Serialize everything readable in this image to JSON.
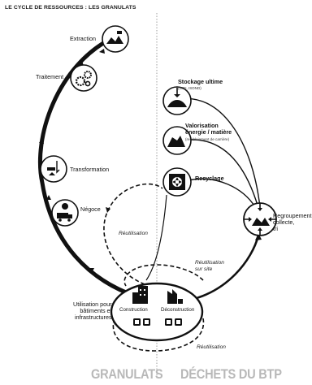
{
  "title": "LE CYCLE DE RESSOURCES : LES GRANULATS",
  "left": {
    "extraction": "Extraction",
    "traitement": "Traitement",
    "transformation": "Transformation",
    "negoce": "Négoce",
    "utilisation": [
      "Utilisation pour",
      "bâtiments et",
      "infrastructures"
    ],
    "reutilisation": "Réutilisation"
  },
  "right": {
    "stockage": "Stockage ultime",
    "stockage_sub": "(ISDI, ISDND)",
    "valorisation": [
      "Valorisation",
      "énergie / matière"
    ],
    "valorisation_sub": "(remblaiement de carrière)",
    "recyclage": "Recyclage",
    "regroupement": [
      "Regroupement",
      "collecte,",
      "tri"
    ],
    "reutilisation_site": [
      "Réutilisation",
      "sur site"
    ]
  },
  "center": {
    "construction": "Construction",
    "deconstruction": "Déconstruction",
    "reutilisation_bottom": "Réutilisation"
  },
  "footer": {
    "left": "GRANULATS",
    "right": "DÉCHETS DU BTP"
  }
}
